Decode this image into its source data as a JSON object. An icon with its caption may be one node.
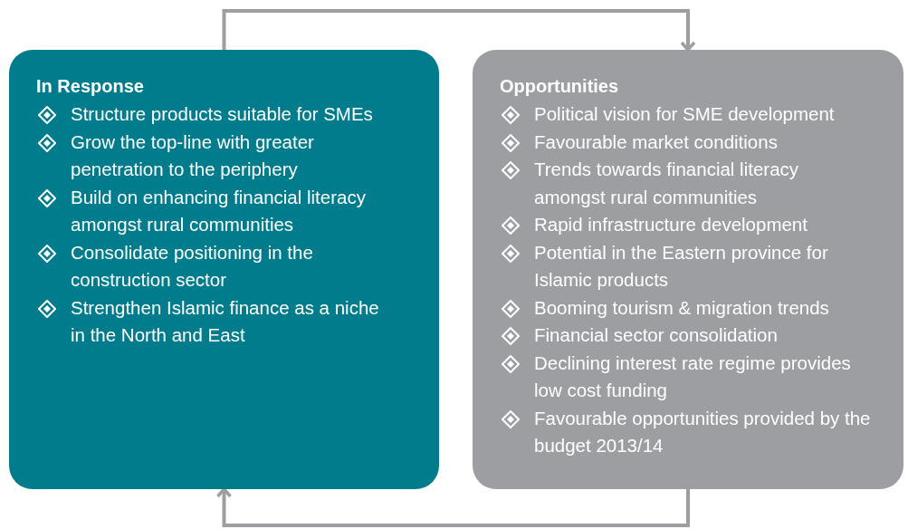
{
  "diagram": {
    "nodes": [
      {
        "text": [
          "In Response",
          "Structure products suitable for SMEs",
          "Grow the top-line with greater penetration to the periphery",
          "Build on enhancing financial literacy amongst rural communities",
          "Consolidate positioning in the construction sector",
          "Strengthen Islamic finance as a niche in the North and East"
        ]
      },
      {
        "text": [
          "Opportunities",
          "Political vision for SME development",
          "Favourable market conditions",
          "Trends towards financial literacy amongst rural communities",
          "Rapid infrastructure development",
          "Potential in the Eastern province for Islamic products",
          "Booming tourism & migration trends",
          "Financial sector consolidation",
          "Declining interest rate regime provides low cost funding",
          "Favourable opportunities provided by the budget 2013/14"
        ]
      }
    ],
    "edges": [
      {
        "from": 0,
        "to": 1,
        "arrow": "to"
      },
      {
        "from": 1,
        "to": 0,
        "arrow": "to"
      }
    ]
  }
}
